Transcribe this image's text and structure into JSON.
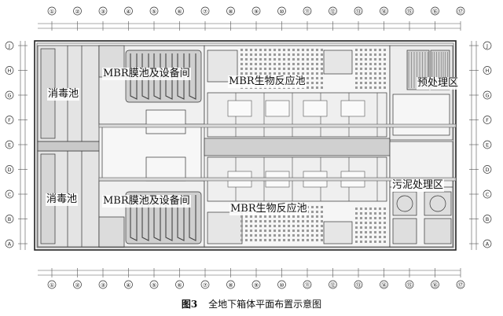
{
  "grid": {
    "columns": [
      "①",
      "②",
      "③",
      "④",
      "⑤",
      "⑥",
      "⑦",
      "⑧",
      "⑨",
      "⑩",
      "⑪",
      "⑫",
      "⑬",
      "⑭",
      "⑮",
      "⑯",
      "⑰"
    ],
    "rows": [
      "A",
      "B",
      "C",
      "D",
      "E",
      "F",
      "G",
      "H",
      "J"
    ]
  },
  "zones": {
    "disinfection_top": "消毒池",
    "mbr_membrane_top": "MBR膜池及设备间",
    "mbr_bio_top": "MBR生物反应池",
    "pretreatment": "预处理区",
    "disinfection_bottom": "消毒池",
    "mbr_membrane_bottom": "MBR膜池及设备间",
    "mbr_bio_bottom": "MBR生物反应池",
    "sludge": "污泥处理区"
  },
  "caption": {
    "figure_number": "图3",
    "title": "全地下箱体平面布置示意图"
  }
}
